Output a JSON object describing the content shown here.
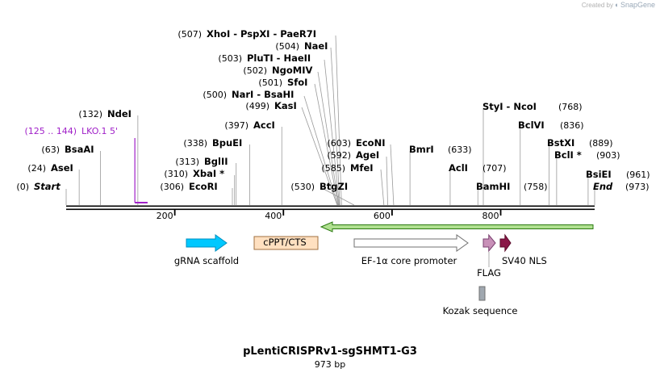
{
  "credit": {
    "created_by": "Created by",
    "brand": "SnapGene"
  },
  "title": "pLentiCRISPRv1-sgSHMT1-G3",
  "subtitle": "973 bp",
  "sequence_length": 973,
  "ticks": [
    {
      "pos": 200,
      "label": "200"
    },
    {
      "pos": 400,
      "label": "400"
    },
    {
      "pos": 600,
      "label": "600"
    },
    {
      "pos": 800,
      "label": "800"
    }
  ],
  "sites": [
    {
      "pos": 0,
      "pos_label": "(0)",
      "name": "Start",
      "italic": true
    },
    {
      "pos": 24,
      "pos_label": "(24)",
      "name": "AseI"
    },
    {
      "pos": 63,
      "pos_label": "(63)",
      "name": "BsaAI"
    },
    {
      "pos": 132,
      "pos_label": "(132)",
      "name": "NdeI"
    },
    {
      "pos": 306,
      "pos_label": "(306)",
      "name": "EcoRI"
    },
    {
      "pos": 310,
      "pos_label": "(310)",
      "name": "XbaI *"
    },
    {
      "pos": 313,
      "pos_label": "(313)",
      "name": "BglII"
    },
    {
      "pos": 338,
      "pos_label": "(338)",
      "name": "BpuEI"
    },
    {
      "pos": 397,
      "pos_label": "(397)",
      "name": "AccI"
    },
    {
      "pos": 530,
      "pos_label": "(530)",
      "name": "BtgZI"
    },
    {
      "pos": 499,
      "pos_label": "(499)",
      "name": "KasI"
    },
    {
      "pos": 500,
      "pos_label": "(500)",
      "name": "NarI  -  BsaHI"
    },
    {
      "pos": 501,
      "pos_label": "(501)",
      "name": "SfoI"
    },
    {
      "pos": 502,
      "pos_label": "(502)",
      "name": "NgoMIV"
    },
    {
      "pos": 503,
      "pos_label": "(503)",
      "name": "PluTI  -  HaeII"
    },
    {
      "pos": 504,
      "pos_label": "(504)",
      "name": "NaeI"
    },
    {
      "pos": 507,
      "pos_label": "(507)",
      "name": "XhoI  -  PspXI  -  PaeR7I"
    },
    {
      "pos": 585,
      "pos_label": "(585)",
      "name": "MfeI"
    },
    {
      "pos": 592,
      "pos_label": "(592)",
      "name": "AgeI"
    },
    {
      "pos": 603,
      "pos_label": "(603)",
      "name": "EcoNI"
    },
    {
      "pos": 633,
      "pos_label": "(633)",
      "name": "BmrI"
    },
    {
      "pos": 707,
      "pos_label": "(707)",
      "name": "AclI"
    },
    {
      "pos": 758,
      "pos_label": "(758)",
      "name": "BamHI"
    },
    {
      "pos": 768,
      "pos_label": "(768)",
      "name": "StyI  -  NcoI"
    },
    {
      "pos": 836,
      "pos_label": "(836)",
      "name": "BclVI"
    },
    {
      "pos": 889,
      "pos_label": "(889)",
      "name": "BstXI"
    },
    {
      "pos": 903,
      "pos_label": "(903)",
      "name": "BclI *"
    },
    {
      "pos": 961,
      "pos_label": "(961)",
      "name": "BsiEI"
    },
    {
      "pos": 973,
      "pos_label": "(973)",
      "name": "End",
      "italic": true
    }
  ],
  "primer": {
    "name": "LKO.1 5'",
    "range_label": "(125 .. 144)",
    "start": 125,
    "end": 144,
    "color": "#a020c8"
  },
  "features": [
    {
      "name": "gRNA scaffold",
      "start": 220,
      "end": 296,
      "direction": "forward",
      "color": "#00c8ff",
      "stroke": "#0090c0"
    },
    {
      "name": "cPPT/CTS",
      "start": 333,
      "end": 451,
      "direction": "none",
      "color": "#ffe0c0",
      "stroke": "#a07040"
    },
    {
      "name": "EF-1α core promoter",
      "start": 530,
      "end": 742,
      "direction": "forward",
      "color": "#ffffff",
      "stroke": "#707070"
    },
    {
      "name": "FLAG",
      "start": 774,
      "end": 798,
      "direction": "forward",
      "color": "#c890b8",
      "stroke": "#7a4070"
    },
    {
      "name": "SV40 NLS",
      "start": 803,
      "end": 825,
      "direction": "forward",
      "color": "#8a1848",
      "stroke": "#5a0a2a"
    },
    {
      "name": "Kozak sequence",
      "start": 766,
      "end": 776,
      "direction": "none",
      "color": "#a0a8b0",
      "stroke": "#707070"
    }
  ],
  "orf": {
    "start": 990,
    "end": 490,
    "color": "#b0e090",
    "stroke": "#2a7a10"
  }
}
